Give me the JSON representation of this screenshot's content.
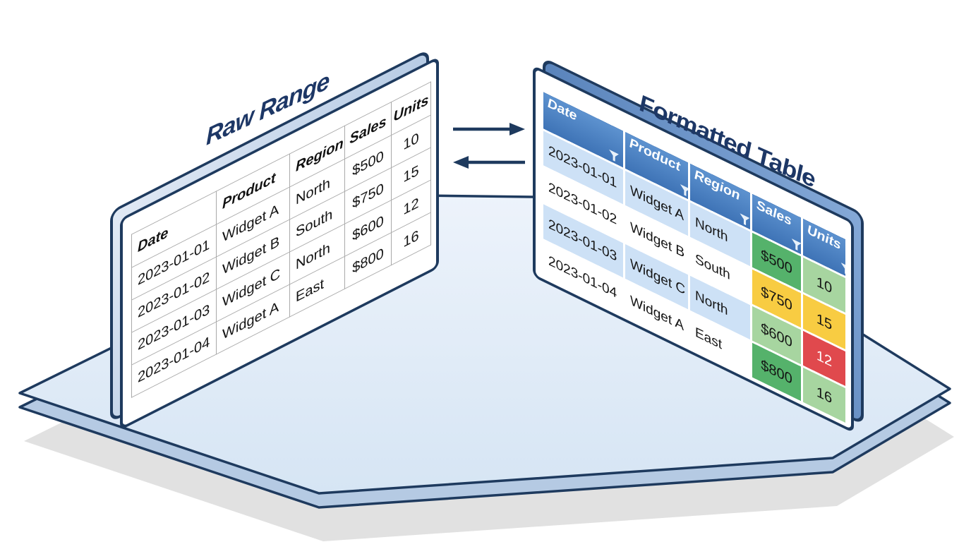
{
  "raw_panel": {
    "title": "Raw Range",
    "columns": [
      "Date",
      "Product",
      "Region",
      "Sales",
      "Units"
    ],
    "rows": [
      [
        "2023-01-01",
        "Widget A",
        "North",
        "$500",
        "10"
      ],
      [
        "2023-01-02",
        "Widget B",
        "South",
        "$750",
        "15"
      ],
      [
        "2023-01-03",
        "Widget C",
        "North",
        "$600",
        "12"
      ],
      [
        "2023-01-04",
        "Widget A",
        "East",
        "$800",
        "16"
      ]
    ]
  },
  "formatted_panel": {
    "title": "Formatted Table",
    "columns": [
      "Date",
      "Product",
      "Region",
      "Sales",
      "Units"
    ],
    "rows": [
      [
        "2023-01-01",
        "Widget A",
        "North",
        "$500",
        "10"
      ],
      [
        "2023-01-02",
        "Widget B",
        "South",
        "$750",
        "15"
      ],
      [
        "2023-01-03",
        "Widget C",
        "North",
        "$600",
        "12"
      ],
      [
        "2023-01-04",
        "Widget A",
        "East",
        "$800",
        "16"
      ]
    ],
    "sales_colors": [
      "#55b26b",
      "#f8cc42",
      "#a7d5a0",
      "#55b26b"
    ],
    "units_colors": [
      "#a7d5a0",
      "#f8cc42",
      "#e0494d",
      "#a7d5a0"
    ],
    "units_text_colors": [
      "#141414",
      "#141414",
      "#ffffff",
      "#141414"
    ],
    "filter_icon": "funnel-filter"
  },
  "palette": {
    "navy": "#1e3a5e",
    "title_navy": "#1d3766",
    "header_blue_1": "#5d92cf",
    "header_blue_2": "#3e73b6",
    "band_blue": "#cde1f6",
    "bevel_left_1": "#e2eaf5",
    "bevel_left_2": "#9cb8da",
    "bevel_right_1": "#85a9d7",
    "bevel_right_2": "#3f6dab",
    "platform_top_1": "#edf3fb",
    "platform_top_2": "#d6e5f4",
    "platform_side": "#b5cae3",
    "shadow_gray": "#e1e1e1",
    "grid_gray": "#a9a9a9",
    "funnel_fill": "#e8f1fa",
    "arrow_color": "#1e3a5e"
  }
}
